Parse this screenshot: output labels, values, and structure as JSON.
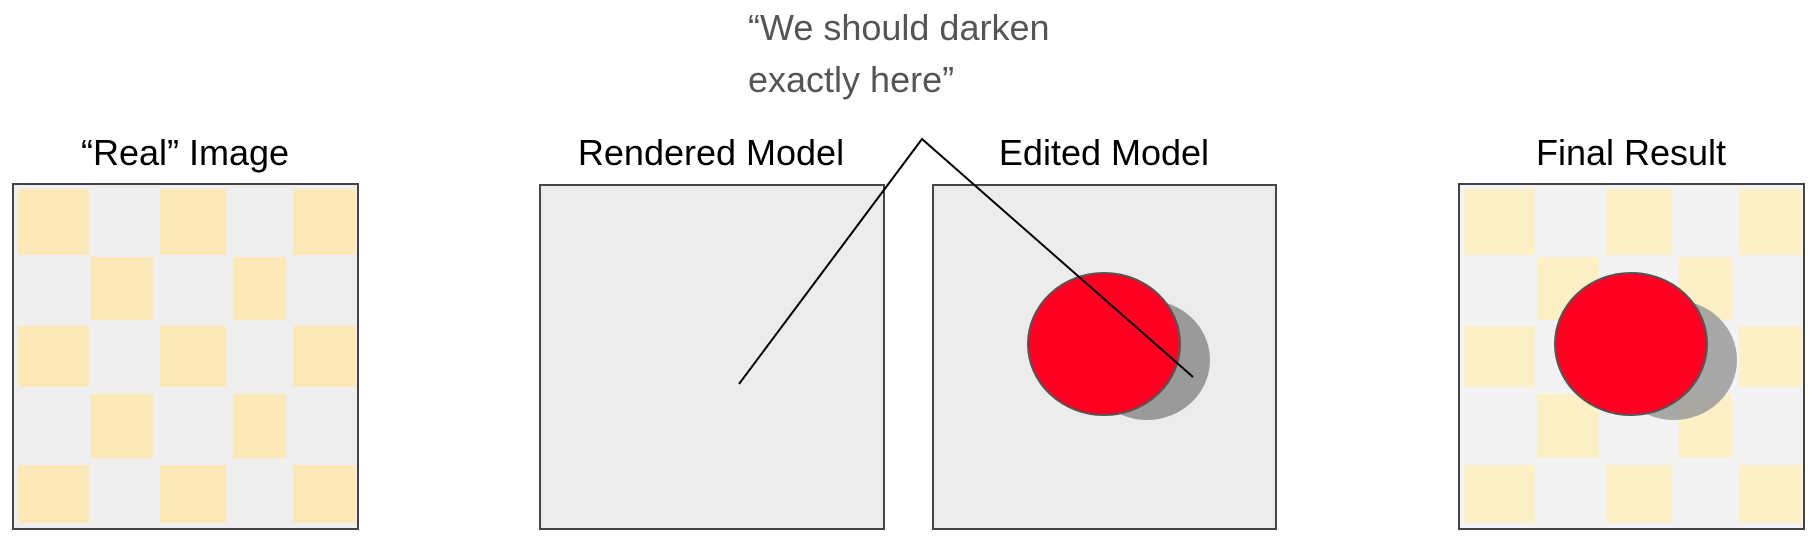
{
  "annotation": {
    "line1": "“We should darken",
    "line2": "exactly here”"
  },
  "panels": [
    {
      "id": "real",
      "title": "“Real” Image"
    },
    {
      "id": "rendered",
      "title": "Rendered Model"
    },
    {
      "id": "edited",
      "title": "Edited Model"
    },
    {
      "id": "final",
      "title": "Final Result"
    }
  ],
  "colors": {
    "text_dark": "#000000",
    "annotation_text": "#555555",
    "frame": "#444444",
    "model_fill": "#ececec",
    "tile_yellow": "#fde9b8",
    "tile_gray": "#efefef",
    "tile_yellow_final": "#fdefc6",
    "tile_gray_final": "#f3f3f3",
    "ball_red": "#ff0022",
    "shadow_gray": "#9a9a9a"
  }
}
